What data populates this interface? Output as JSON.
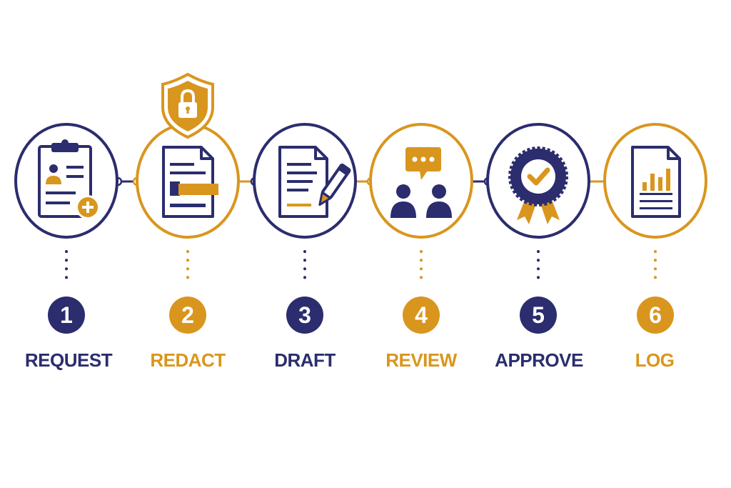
{
  "colors": {
    "navy": "#2b2d6e",
    "gold": "#d9961e",
    "background": "#ffffff"
  },
  "steps": [
    {
      "number": "1",
      "label": "REQUEST",
      "color": "navy",
      "icon": "clipboard-add-icon"
    },
    {
      "number": "2",
      "label": "REDACT",
      "color": "gold",
      "icon": "document-redact-icon",
      "badge_icon": "shield-lock-icon"
    },
    {
      "number": "3",
      "label": "DRAFT",
      "color": "navy",
      "icon": "document-pen-icon"
    },
    {
      "number": "4",
      "label": "REVIEW",
      "color": "gold",
      "icon": "chat-users-icon"
    },
    {
      "number": "5",
      "label": "APPROVE",
      "color": "navy",
      "icon": "approval-badge-icon"
    },
    {
      "number": "6",
      "label": "LOG",
      "color": "gold",
      "icon": "report-chart-icon"
    }
  ]
}
